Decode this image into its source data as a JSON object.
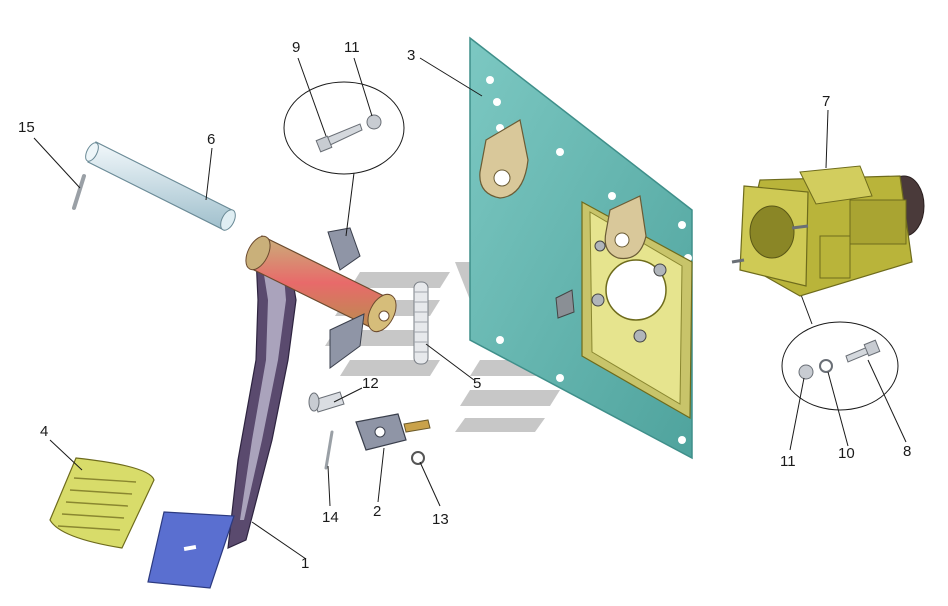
{
  "diagram": {
    "type": "exploded-parts-view",
    "callouts": [
      {
        "id": "c1",
        "text": "1"
      },
      {
        "id": "c2",
        "text": "2"
      },
      {
        "id": "c3",
        "text": "3"
      },
      {
        "id": "c4",
        "text": "4"
      },
      {
        "id": "c5",
        "text": "5"
      },
      {
        "id": "c6",
        "text": "6"
      },
      {
        "id": "c7",
        "text": "7"
      },
      {
        "id": "c8",
        "text": "8"
      },
      {
        "id": "c9",
        "text": "9"
      },
      {
        "id": "c10",
        "text": "10"
      },
      {
        "id": "c11a",
        "text": "11"
      },
      {
        "id": "c11b",
        "text": "11"
      },
      {
        "id": "c12",
        "text": "12"
      },
      {
        "id": "c13",
        "text": "13"
      },
      {
        "id": "c14",
        "text": "14"
      },
      {
        "id": "c15",
        "text": "15"
      }
    ],
    "colors": {
      "plate": "#5fb3ad",
      "plate_edge": "#3f8f8a",
      "cylinder": "#b9b43a",
      "cylinder_dark": "#6e6b1c",
      "pedal_arm": "#5a4a6e",
      "pedal_pad": "#5a6fd0",
      "pad_cover": "#d8dc6a",
      "hub": "#e86a6a",
      "shaft": "#cfe3ea",
      "hardware": "#c8ccd2",
      "leader_line": "#1a1a1a",
      "watermark": "#9a9a9a"
    }
  }
}
